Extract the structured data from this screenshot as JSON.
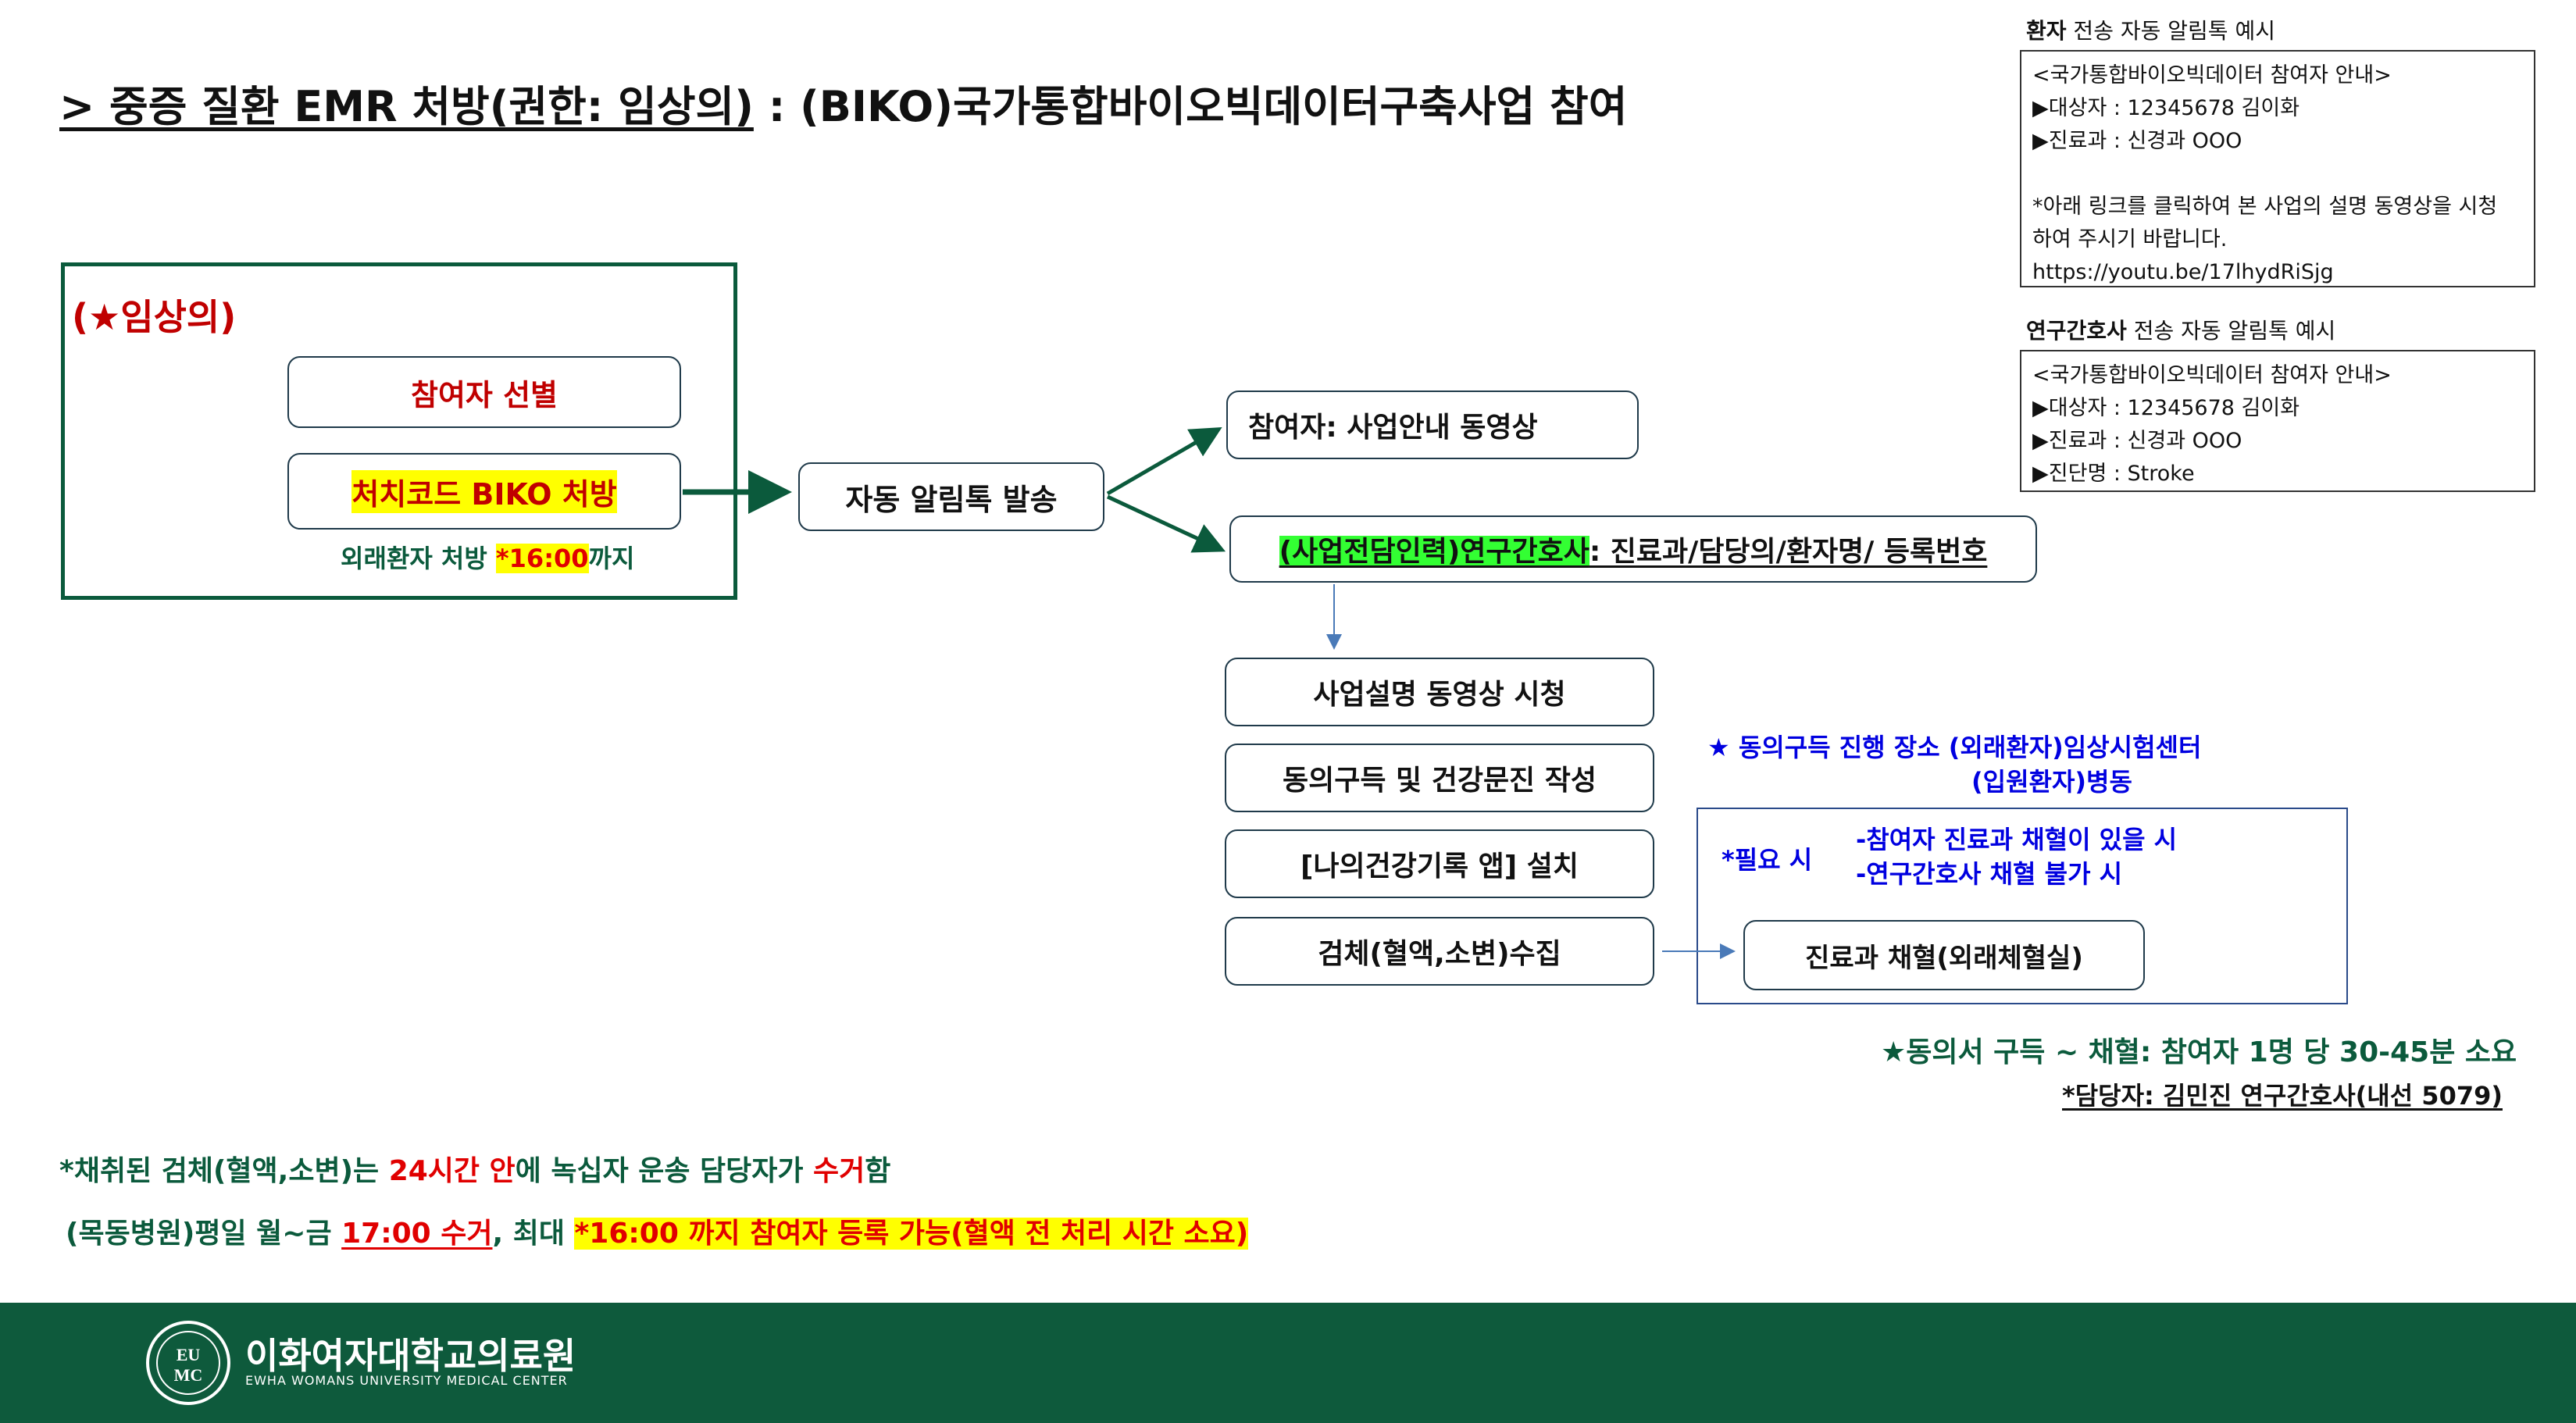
{
  "title": {
    "part1": "> 중증 질환  EMR 처방(권한: 임상의)",
    "part2": " : (BIKO)국가통합바이오빅데이터구축사업 참여"
  },
  "clinician": {
    "label": "(★임상의)",
    "step1": "참여자 선별",
    "step2": "처치코드 BIKO 처방",
    "note_prefix": "외래환자 처방 ",
    "note_time": "*16:00",
    "note_suffix": "까지"
  },
  "auto_send": "자동 알림톡 발송",
  "participant_target": "참여자: 사업안내 동영상",
  "nurse_target": {
    "highlight": "(사업전담인력)연구간호사",
    "rest": ": 진료과/담당의/환자명/ 등록번호"
  },
  "steps": [
    "사업설명 동영상 시청",
    "동의구득 및  건강문진  작성",
    "[나의건강기록 앱] 설치",
    "검체(혈액,소변)수집"
  ],
  "consent_place": {
    "line1": "★ 동의구득 진행 장소 (외래환자)임상시험센터",
    "line2": "(입원환자)병동"
  },
  "need": {
    "label": "*필요 시",
    "cond1": "-참여자 진료과 채혈이 있을 시",
    "cond2": "-연구간호사 채혈 불가 시",
    "box": "진료과 채혈(외래체혈실)"
  },
  "duration": "★동의서 구득 ~ 채혈: 참여자 1명 당 30-45분 소요",
  "contact": "*담당자: 김민진 연구간호사(내선 5079)",
  "bottom1": {
    "a": "*채취된 검체(혈액,소변)는 ",
    "b": "24시간 안",
    "c": "에 녹십자 운송 담당자가 ",
    "d": "수거",
    "e": "함"
  },
  "bottom2": {
    "a": "(목동병원)평일 월~금 ",
    "b": "17:00 수거",
    "c": ", ",
    "d": "최대 ",
    "e": "*16:00 까지 참여자 등록 가능(혈액 전 처리 시간 소요)"
  },
  "sample_patient": {
    "caption_bold": "환자",
    "caption_rest": " 전송 자동 알림톡 예시",
    "lines": [
      "<국가통합바이오빅데이터 참여자 안내>",
      "▶대상자 : 12345678 김이화",
      "▶진료과 : 신경과  OOO",
      "",
      "*아래 링크를 클릭하여 본 사업의 설명 동영상을 시청",
      "하여 주시기 바랍니다.",
      "https://youtu.be/17lhydRiSjg"
    ]
  },
  "sample_nurse": {
    "caption_bold": "연구간호사",
    "caption_rest": " 전송 자동 알림톡 예시",
    "lines": [
      "<국가통합바이오빅데이터 참여자 안내>",
      "▶대상자 : 12345678 김이화",
      "▶진료과 : 신경과  OOO",
      "▶진단명 : Stroke"
    ]
  },
  "footer": {
    "logo_letters": "EU MC",
    "name": "이화여자대학교의료원",
    "sub": "EWHA WOMANS UNIVERSITY MEDICAL CENTER"
  },
  "colors": {
    "green": "#0b5a3c",
    "red": "#e00000",
    "blue": "#0000e0",
    "highlight_yellow": "#ffff00",
    "highlight_green": "#33ff33",
    "footer": "#0e5a3c"
  }
}
